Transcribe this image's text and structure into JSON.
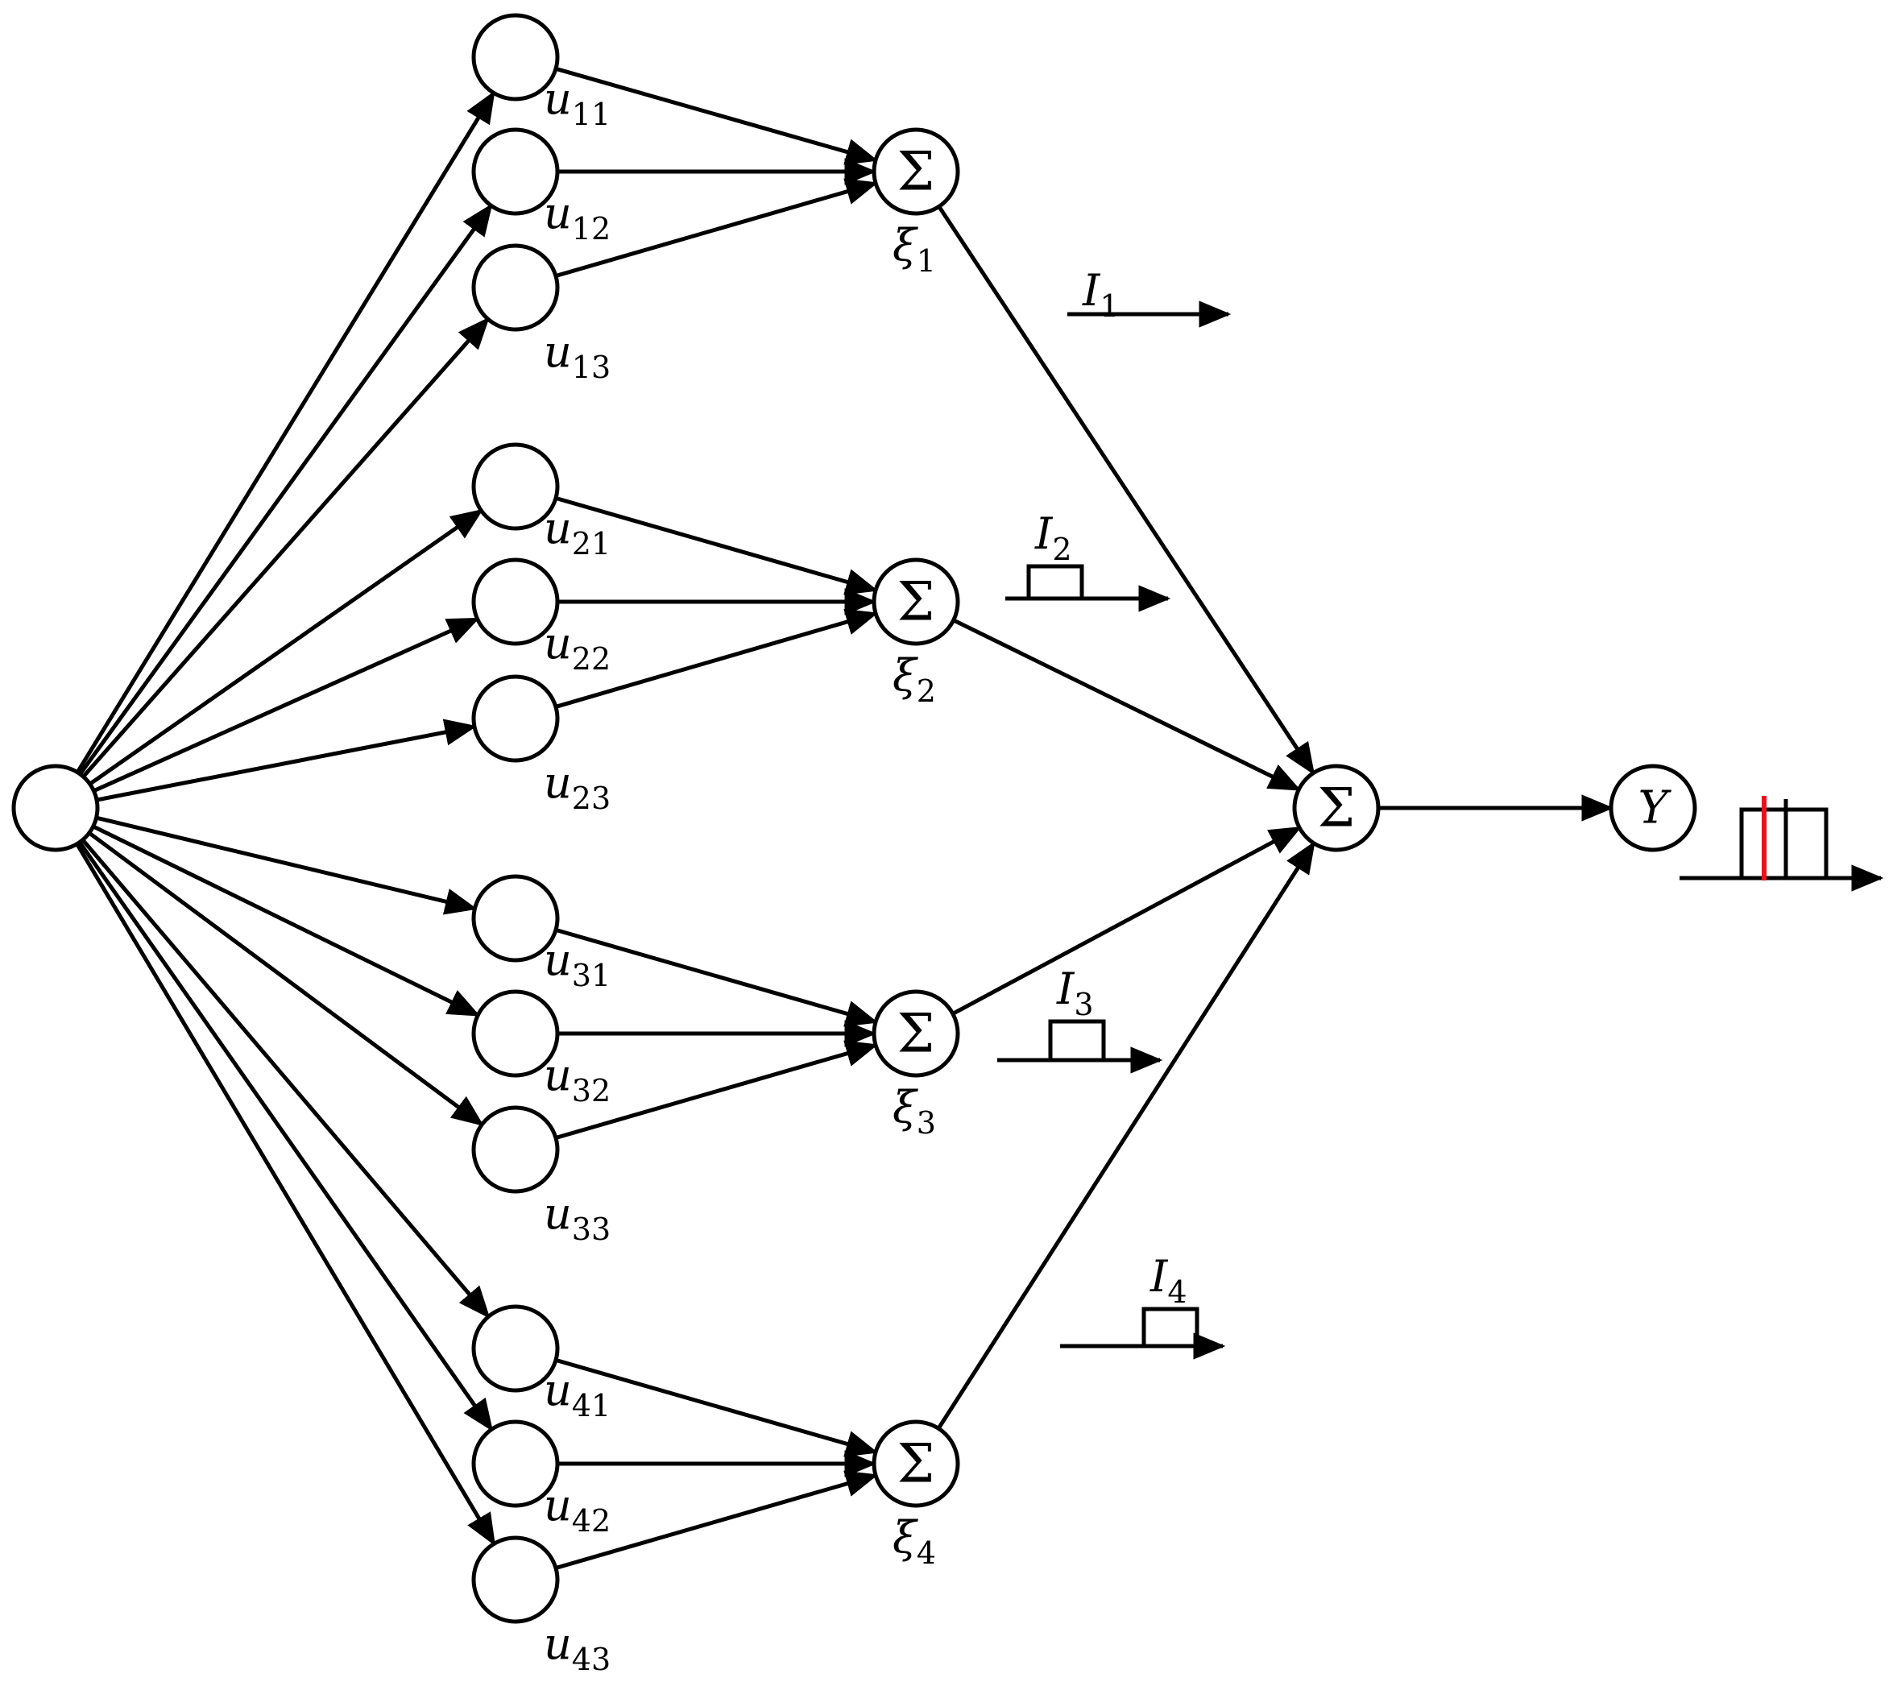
{
  "diagram": {
    "stroke_color": "#000000",
    "highlight_color": "#e8141c",
    "sum_symbol": "Σ",
    "output_symbol": "Y",
    "u_nodes": [
      {
        "base": "u",
        "sub": "11"
      },
      {
        "base": "u",
        "sub": "12"
      },
      {
        "base": "u",
        "sub": "13"
      },
      {
        "base": "u",
        "sub": "21"
      },
      {
        "base": "u",
        "sub": "22"
      },
      {
        "base": "u",
        "sub": "23"
      },
      {
        "base": "u",
        "sub": "31"
      },
      {
        "base": "u",
        "sub": "32"
      },
      {
        "base": "u",
        "sub": "33"
      },
      {
        "base": "u",
        "sub": "41"
      },
      {
        "base": "u",
        "sub": "42"
      },
      {
        "base": "u",
        "sub": "43"
      }
    ],
    "xi_nodes": [
      {
        "base": "ξ",
        "sub": "1"
      },
      {
        "base": "ξ",
        "sub": "2"
      },
      {
        "base": "ξ",
        "sub": "3"
      },
      {
        "base": "ξ",
        "sub": "4"
      }
    ],
    "pulses": [
      {
        "base": "I",
        "sub": "1"
      },
      {
        "base": "I",
        "sub": "2"
      },
      {
        "base": "I",
        "sub": "3"
      },
      {
        "base": "I",
        "sub": "4"
      }
    ]
  }
}
